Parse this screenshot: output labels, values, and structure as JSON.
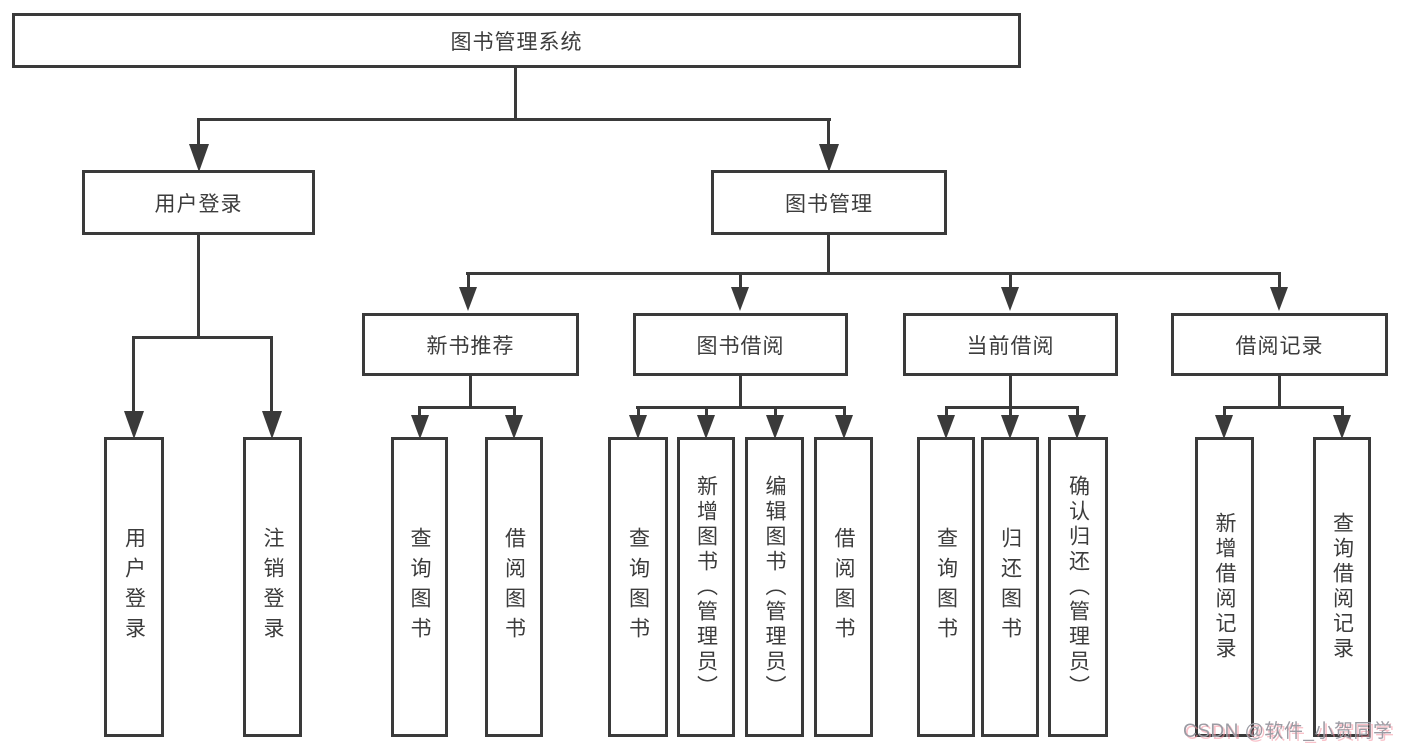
{
  "tree": {
    "label": "图书管理系统",
    "children": [
      {
        "label": "用户登录",
        "children": [
          {
            "label": "用户登录"
          },
          {
            "label": "注销登录"
          }
        ]
      },
      {
        "label": "图书管理",
        "children": [
          {
            "label": "新书推荐",
            "children": [
              {
                "label": "查询图书"
              },
              {
                "label": "借阅图书"
              }
            ]
          },
          {
            "label": "图书借阅",
            "children": [
              {
                "label": "查询图书"
              },
              {
                "label": "新增图书（管理员）"
              },
              {
                "label": "编辑图书（管理员）"
              },
              {
                "label": "借阅图书"
              }
            ]
          },
          {
            "label": "当前借阅",
            "children": [
              {
                "label": "查询图书"
              },
              {
                "label": "归还图书"
              },
              {
                "label": "确认归还（管理员）"
              }
            ]
          },
          {
            "label": "借阅记录",
            "children": [
              {
                "label": "新增借阅记录"
              },
              {
                "label": "查询借阅记录"
              }
            ]
          }
        ]
      }
    ]
  },
  "watermark": "CSDN @软件_小贺同学",
  "colors": {
    "line": "#3a3a3a",
    "box_background": "#ffffff",
    "text": "#3c3c3c",
    "watermark_gray": "#9b9ba3",
    "watermark_pink": "#f48f9e"
  }
}
